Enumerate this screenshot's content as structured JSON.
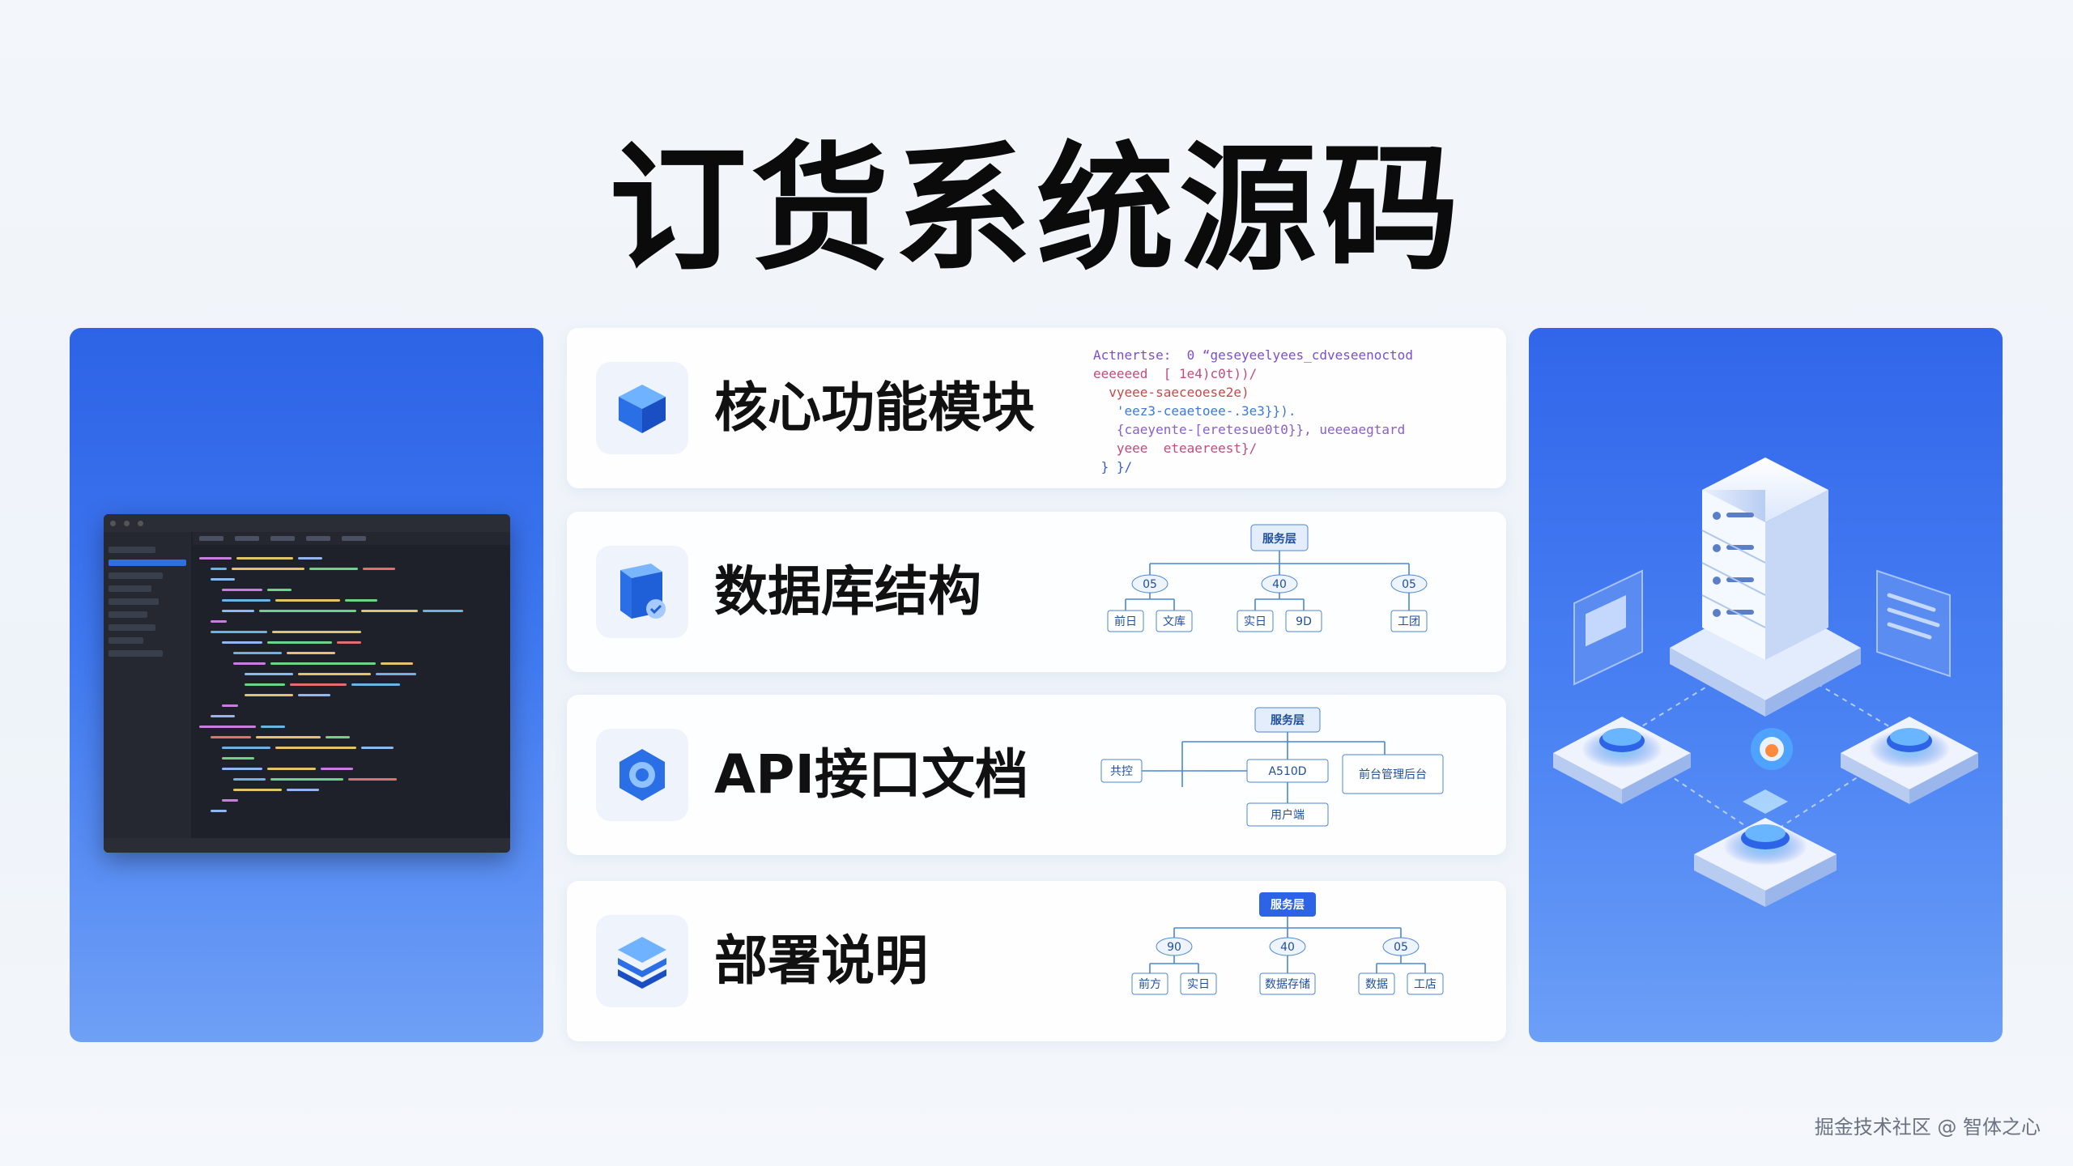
{
  "title": "订货系统源码",
  "cards": [
    {
      "label": "核心功能模块",
      "icon": "cube-icon"
    },
    {
      "label": "数据库结构",
      "icon": "database-icon"
    },
    {
      "label": "API接口文档",
      "icon": "api-gear-icon"
    },
    {
      "label": "部署说明",
      "icon": "layers-icon"
    }
  ],
  "code_snippet": [
    "Actnertse:  0 “geseyeelyees_cdveseenoctod",
    "eeeeeed  [ 1e4)c0t))/",
    "  vyeee-saeceoese2e)",
    "   'eez3-ceaetoee-.3e3}}).",
    "   {caeyente-[eretesue0t0}}, ueeeaegtard",
    "   yeee  eteaereest}/",
    " } }/"
  ],
  "diagram_db": {
    "root": "服务层",
    "mid": [
      "05",
      "40",
      "05"
    ],
    "leaves": [
      "前日",
      "文库",
      "实日",
      "9D",
      "工团"
    ]
  },
  "diagram_api": {
    "root": "服务层",
    "left": "共控",
    "center": "A510D",
    "right": "前台管理后台",
    "bottom": "用户端"
  },
  "diagram_deploy": {
    "root": "服务层",
    "mid": [
      "90",
      "40",
      "05"
    ],
    "leaves": [
      "前方",
      "实日",
      "数据存储",
      "数据",
      "工店"
    ]
  },
  "watermark": "掘金技术社区 @ 智体之心",
  "colors": {
    "accent": "#2d63e6",
    "panel_end": "#6fa0f6",
    "text": "#111111"
  }
}
